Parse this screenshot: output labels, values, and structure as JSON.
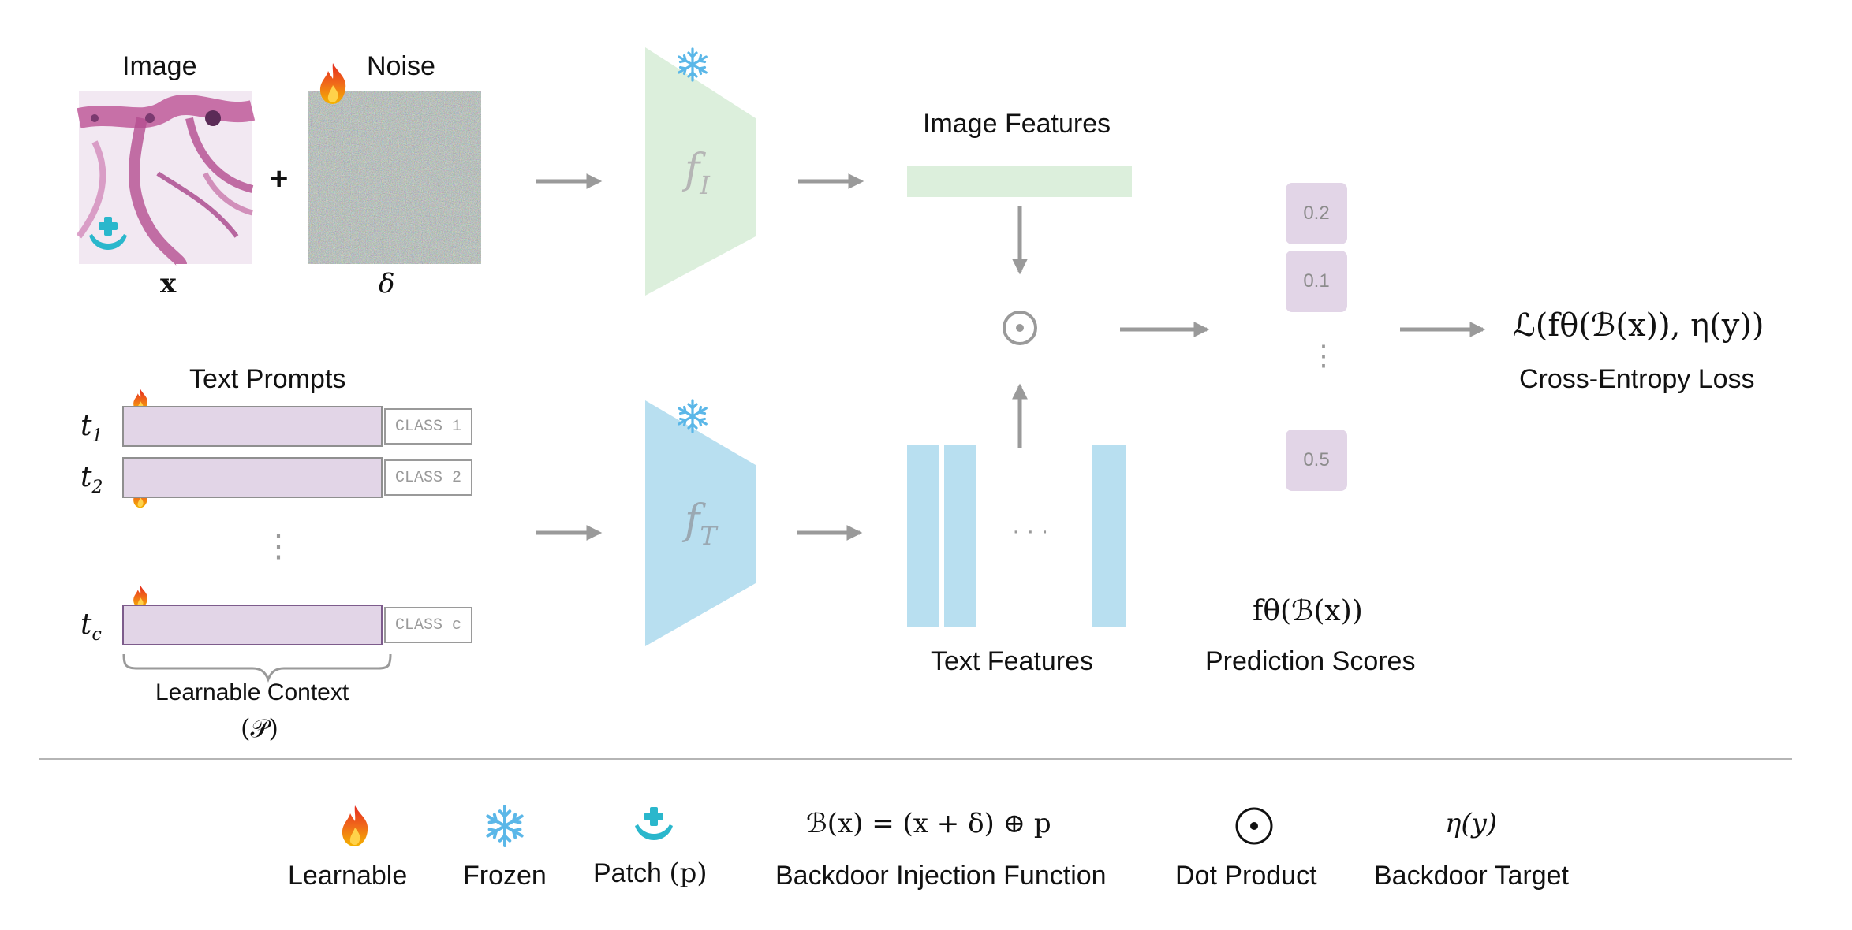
{
  "image_block": {
    "image_label": "Image",
    "noise_label": "Noise",
    "plus": "+",
    "x_symbol": "x",
    "delta_symbol": "δ"
  },
  "encoders": {
    "image_encoder": {
      "symbol": "f",
      "subscript": "I",
      "color": "#dcefdc"
    },
    "text_encoder": {
      "symbol": "f",
      "subscript": "T",
      "color": "#b8dff0"
    }
  },
  "image_features": {
    "label": "Image Features",
    "color": "#dcefdc"
  },
  "text_prompts": {
    "title": "Text Prompts",
    "rows": [
      {
        "token": "t",
        "sub": "1",
        "class_label": "CLASS 1"
      },
      {
        "token": "t",
        "sub": "2",
        "class_label": "CLASS 2"
      },
      {
        "token": "t",
        "sub": "c",
        "class_label": "CLASS c"
      }
    ],
    "vdots": "⋮",
    "context_label": "Learnable Context",
    "context_symbol": "(𝒫)"
  },
  "text_features": {
    "label": "Text Features",
    "ellipsis": "· · ·",
    "color": "#b8dff0"
  },
  "dot_symbol": "⊙",
  "prediction": {
    "scores": [
      "0.2",
      "0.1",
      "0.5"
    ],
    "vdots": "⋮",
    "formula": "fθ(ℬ(x))",
    "label": "Prediction Scores"
  },
  "loss": {
    "formula": "ℒ(fθ(ℬ(x)), η(y))",
    "label": "Cross-Entropy Loss"
  },
  "legend": {
    "items": [
      {
        "icon": "flame-icon",
        "label": "Learnable"
      },
      {
        "icon": "snowflake-icon",
        "label": "Frozen"
      },
      {
        "icon": "patch-icon",
        "label": "Patch",
        "symbol": "(p)"
      },
      {
        "formula": "ℬ(x) = (x + δ) ⊕ p",
        "label": "Backdoor Injection Function"
      },
      {
        "formula": "⊙",
        "label": "Dot Product"
      },
      {
        "formula": "η(y)",
        "label": "Backdoor Target"
      }
    ]
  }
}
